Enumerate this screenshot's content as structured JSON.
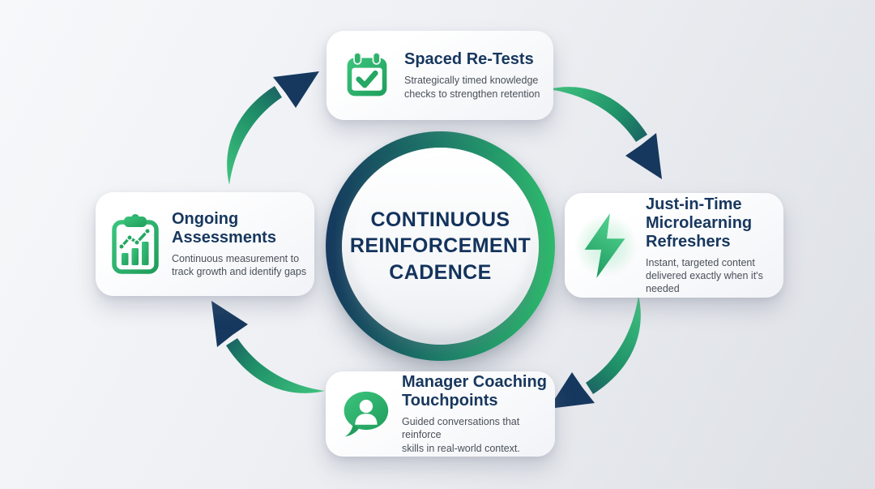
{
  "center": {
    "title": "CONTINUOUS\nREINFORCEMENT\nCADENCE"
  },
  "cards": [
    {
      "id": "spaced-re-tests",
      "position": "top",
      "icon": "calendar-check-icon",
      "title": "Spaced Re-Tests",
      "description": "Strategically timed knowledge\nchecks to strengthen retention"
    },
    {
      "id": "just-in-time-microlearning-refreshers",
      "position": "right",
      "icon": "lightning-icon",
      "title": "Just-in-Time\nMicrolearning\nRefreshers",
      "description": "Instant, targeted content\ndelivered exactly when it's needed"
    },
    {
      "id": "manager-coaching-touchpoints",
      "position": "bottom",
      "icon": "chat-person-icon",
      "title": "Manager Coaching\nTouchpoints",
      "description": "Guided conversations that reinforce\nskills in real-world context."
    },
    {
      "id": "ongoing-assessments",
      "position": "left",
      "icon": "clipboard-chart-icon",
      "title": "Ongoing\nAssessments",
      "description": "Continuous measurement to\ntrack growth and identify gaps"
    }
  ],
  "arrows": [
    {
      "name": "cycle-arrow-left-to-top"
    },
    {
      "name": "cycle-arrow-top-to-right"
    },
    {
      "name": "cycle-arrow-right-to-bottom"
    },
    {
      "name": "cycle-arrow-bottom-to-left"
    }
  ],
  "colors": {
    "navy": "#17375e",
    "green": "#2db269",
    "ring_gradient_start": "#16385e",
    "ring_gradient_end": "#2fbb6d",
    "description_gray": "#4a505a",
    "card_background": "#ffffff",
    "page_background": "#e7eaee"
  }
}
